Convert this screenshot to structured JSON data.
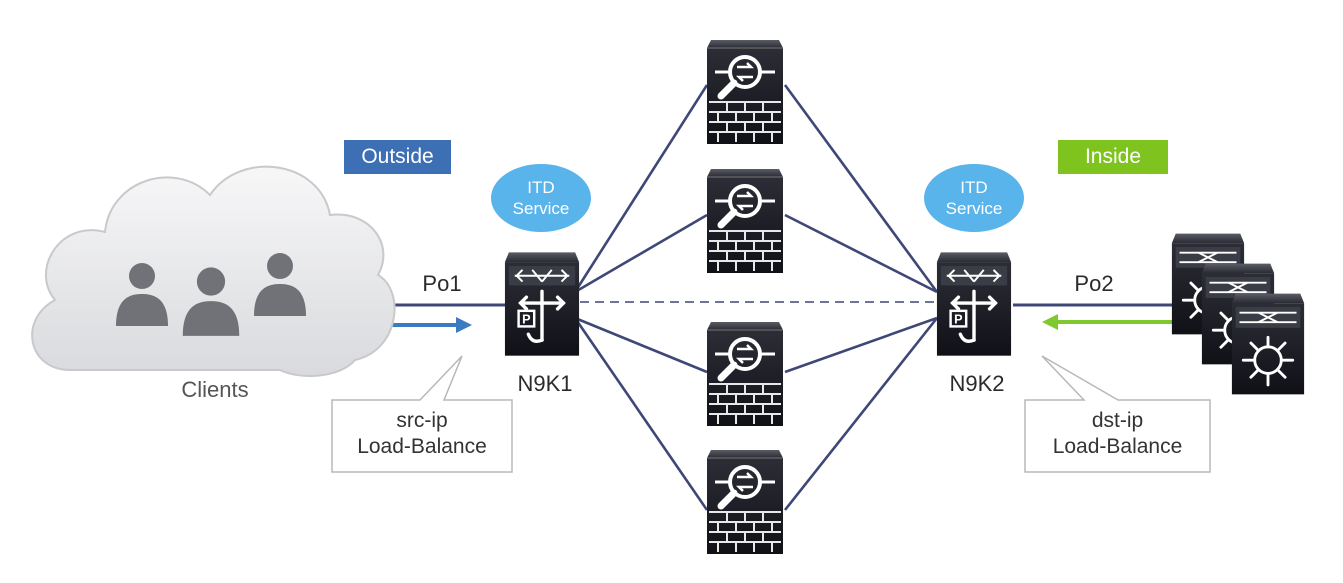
{
  "zones": {
    "outside": "Outside",
    "inside": "Inside"
  },
  "itd_left": {
    "line1": "ITD",
    "line2": "Service"
  },
  "itd_right": {
    "line1": "ITD",
    "line2": "Service"
  },
  "clients_label": "Clients",
  "port_channels": {
    "left": "Po1",
    "right": "Po2"
  },
  "switches": {
    "left": "N9K1",
    "right": "N9K2"
  },
  "callouts": {
    "left": {
      "line1": "src-ip",
      "line2": "Load-Balance"
    },
    "right": {
      "line1": "dst-ip",
      "line2": "Load-Balance"
    }
  },
  "colors": {
    "outside_badge": "#3d6fb5",
    "inside_badge": "#7fc31f",
    "itd_bubble": "#5ab4ec",
    "link_line": "#3f4777",
    "src_arrow": "#3b7bc4",
    "dst_arrow": "#80c830",
    "device_body": "#1a1b23"
  },
  "icons": {
    "clients": "user-group-icon",
    "firewall": "firewall-icon",
    "switch": "multilayer-switch-icon",
    "servers": "server-stack-icon"
  }
}
